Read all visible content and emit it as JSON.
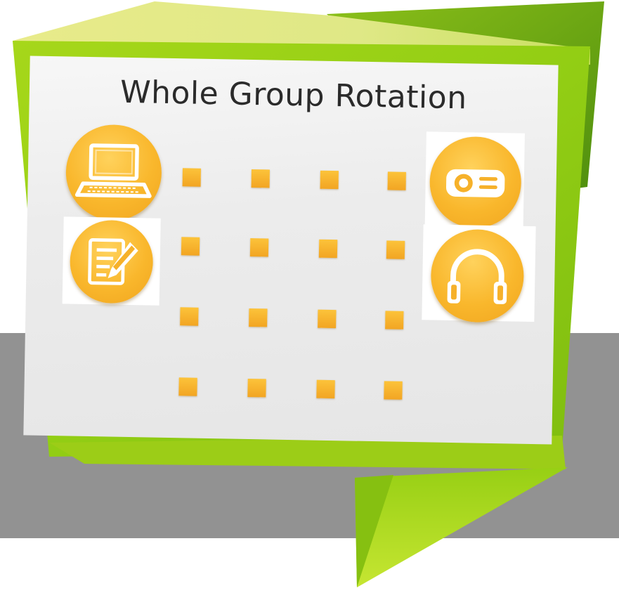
{
  "title": "Whole Group Rotation",
  "colors": {
    "frame_green": "#8fcc16",
    "frame_light": "#e6ee8a",
    "backdrop_gray": "#929292",
    "icon_orange": "#f9b72c",
    "seat_orange": "#f5b02a"
  },
  "stations": [
    {
      "name": "laptop-station-icon"
    },
    {
      "name": "writing-station-icon"
    },
    {
      "name": "projector-station-icon"
    },
    {
      "name": "headphones-station-icon"
    }
  ],
  "seat_grid": {
    "rows": 4,
    "columns": 4
  }
}
